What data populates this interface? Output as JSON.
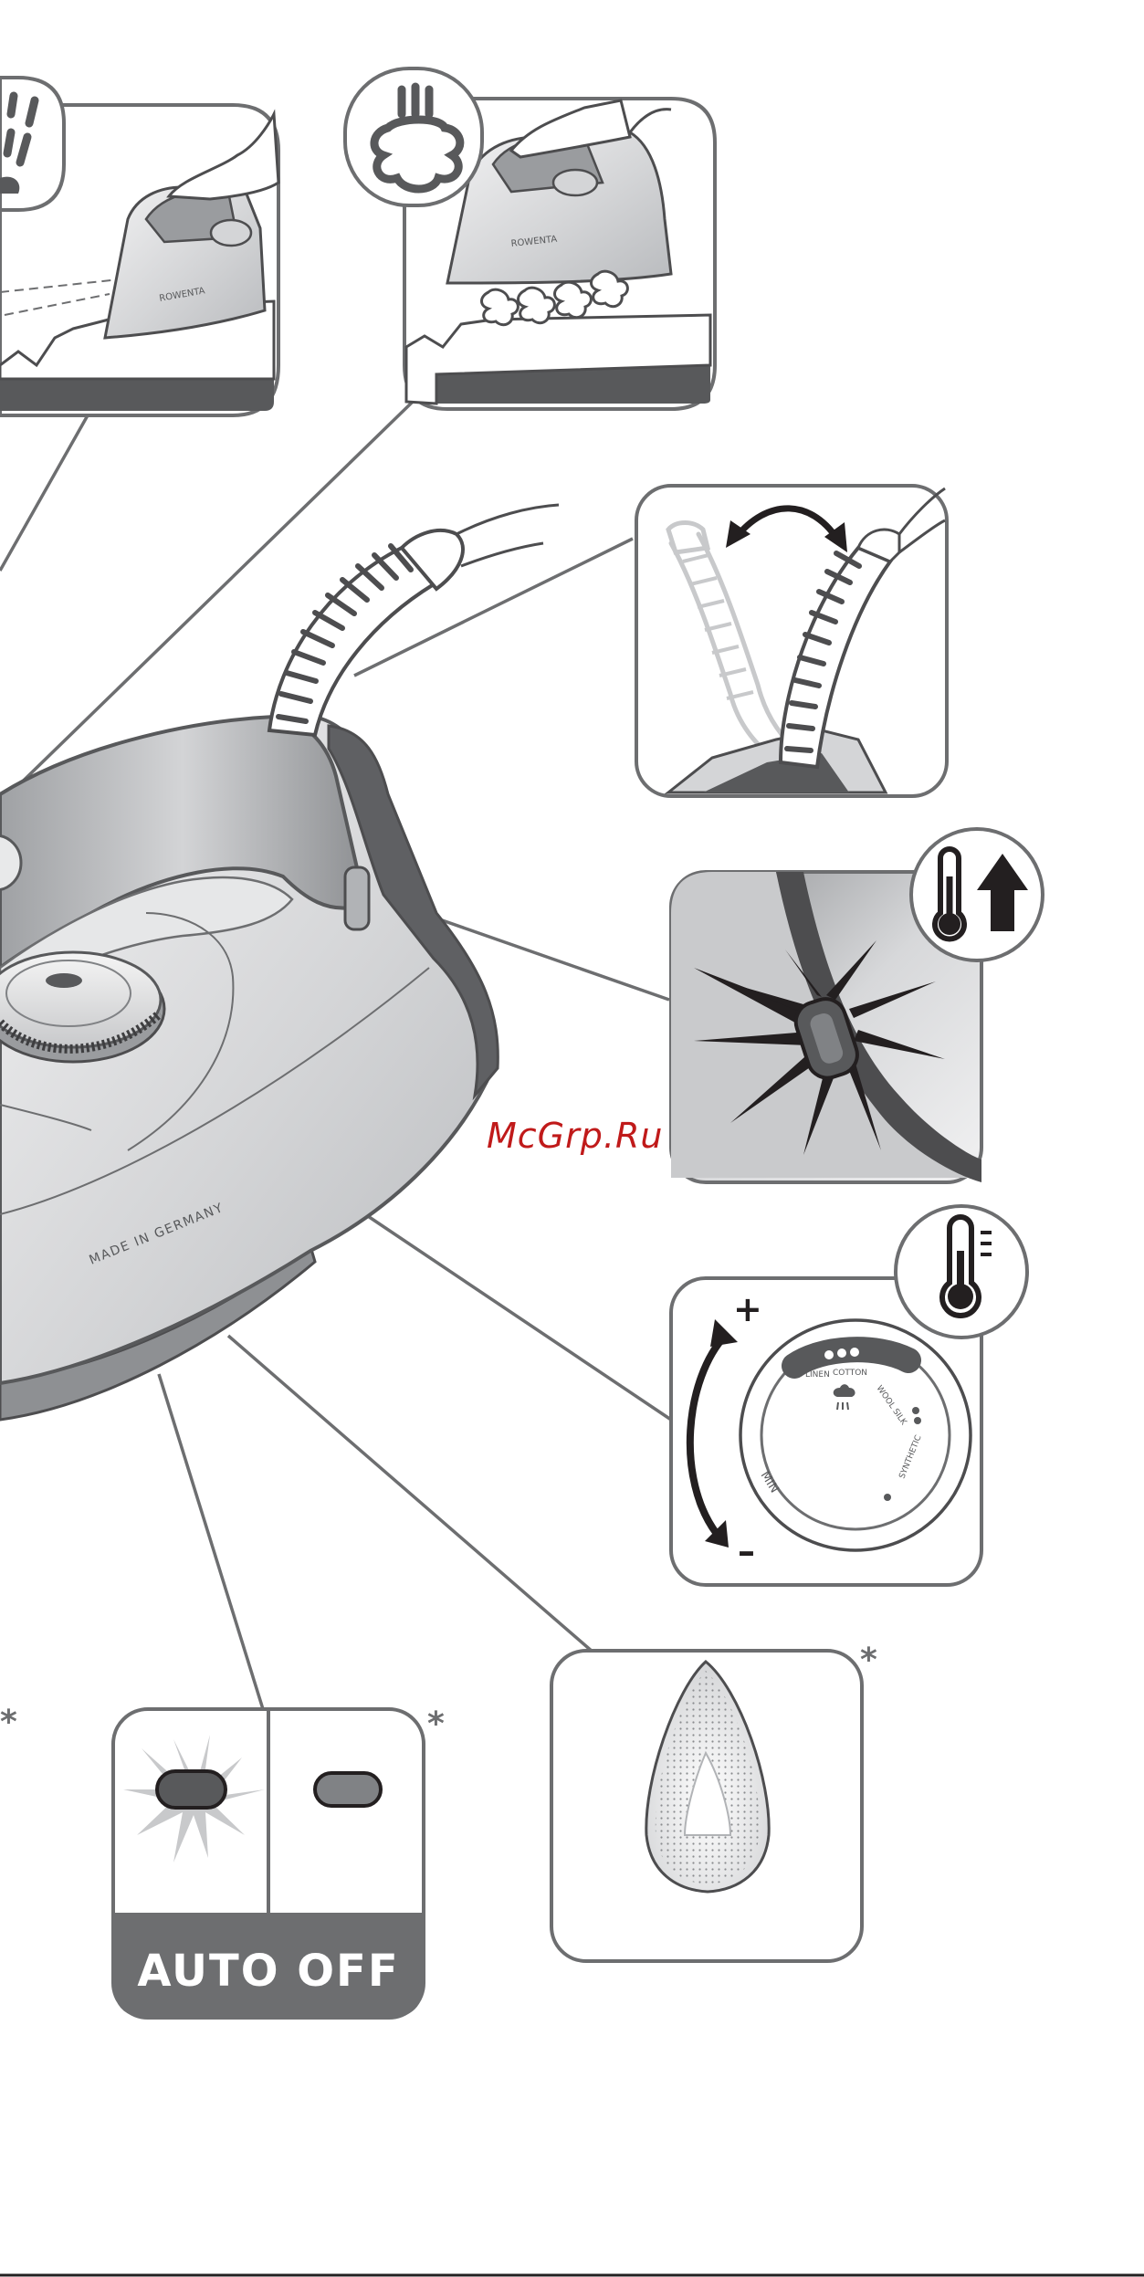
{
  "iron_body": {
    "brand": "ROWENTA",
    "made_in": "MADE IN GERMANY"
  },
  "asterisks": {
    "left": "*",
    "auto_off_panel": "*",
    "soleplate_panel": "*"
  },
  "temperature_dial": {
    "plus": "+",
    "minus": "–",
    "labels": {
      "linen": "LINEN",
      "cotton": "COTTON",
      "wool_silk": "WOOL SILK",
      "synthetic": "SYNTHETIC",
      "min": "MIN"
    }
  },
  "auto_off": {
    "label": "AUTO OFF"
  },
  "watermark": {
    "text": "McGrp.Ru"
  },
  "colors": {
    "outline": "#58595b",
    "panel_stroke": "#6d6e70",
    "dark_grey": "#4d4d4f",
    "iron_light": "#d9dadb",
    "iron_mid": "#a7a9ac",
    "watermark": "#c01a1a"
  }
}
